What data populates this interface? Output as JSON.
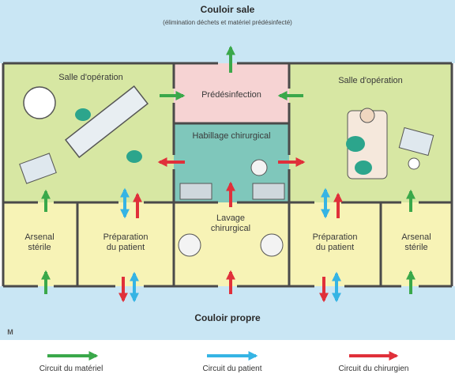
{
  "corridors": {
    "dirty_title": "Couloir sale",
    "dirty_subtitle": "(élimination déchets et matériel prédésinfecté)",
    "clean_title": "Couloir propre"
  },
  "rooms": {
    "operating_left": "Salle d'opération",
    "operating_right": "Salle d'opération",
    "predisinfection": "Prédésinfection",
    "surgical_dressing": "Habillage chirurgical",
    "surgical_washing_line1": "Lavage",
    "surgical_washing_line2": "chirurgical",
    "arsenal_left_line1": "Arsenal",
    "arsenal_left_line2": "stérile",
    "prep_left_line1": "Préparation",
    "prep_left_line2": "du patient",
    "prep_right_line1": "Préparation",
    "prep_right_line2": "du patient",
    "arsenal_right_line1": "Arsenal",
    "arsenal_right_line2": "stérile"
  },
  "legend": {
    "material": "Circuit du matériel",
    "patient": "Circuit du patient",
    "surgeon": "Circuit du chirurgien"
  },
  "colors": {
    "corridor": "#c9e6f4",
    "operating": "#d7e7a3",
    "predisinfection": "#f6d3d3",
    "dressing": "#7fc7bb",
    "yellow_room": "#f7f3b6",
    "material_arrow": "#3aa84a",
    "patient_arrow": "#35b4e4",
    "surgeon_arrow": "#e0303a"
  },
  "brand_mark": "M"
}
